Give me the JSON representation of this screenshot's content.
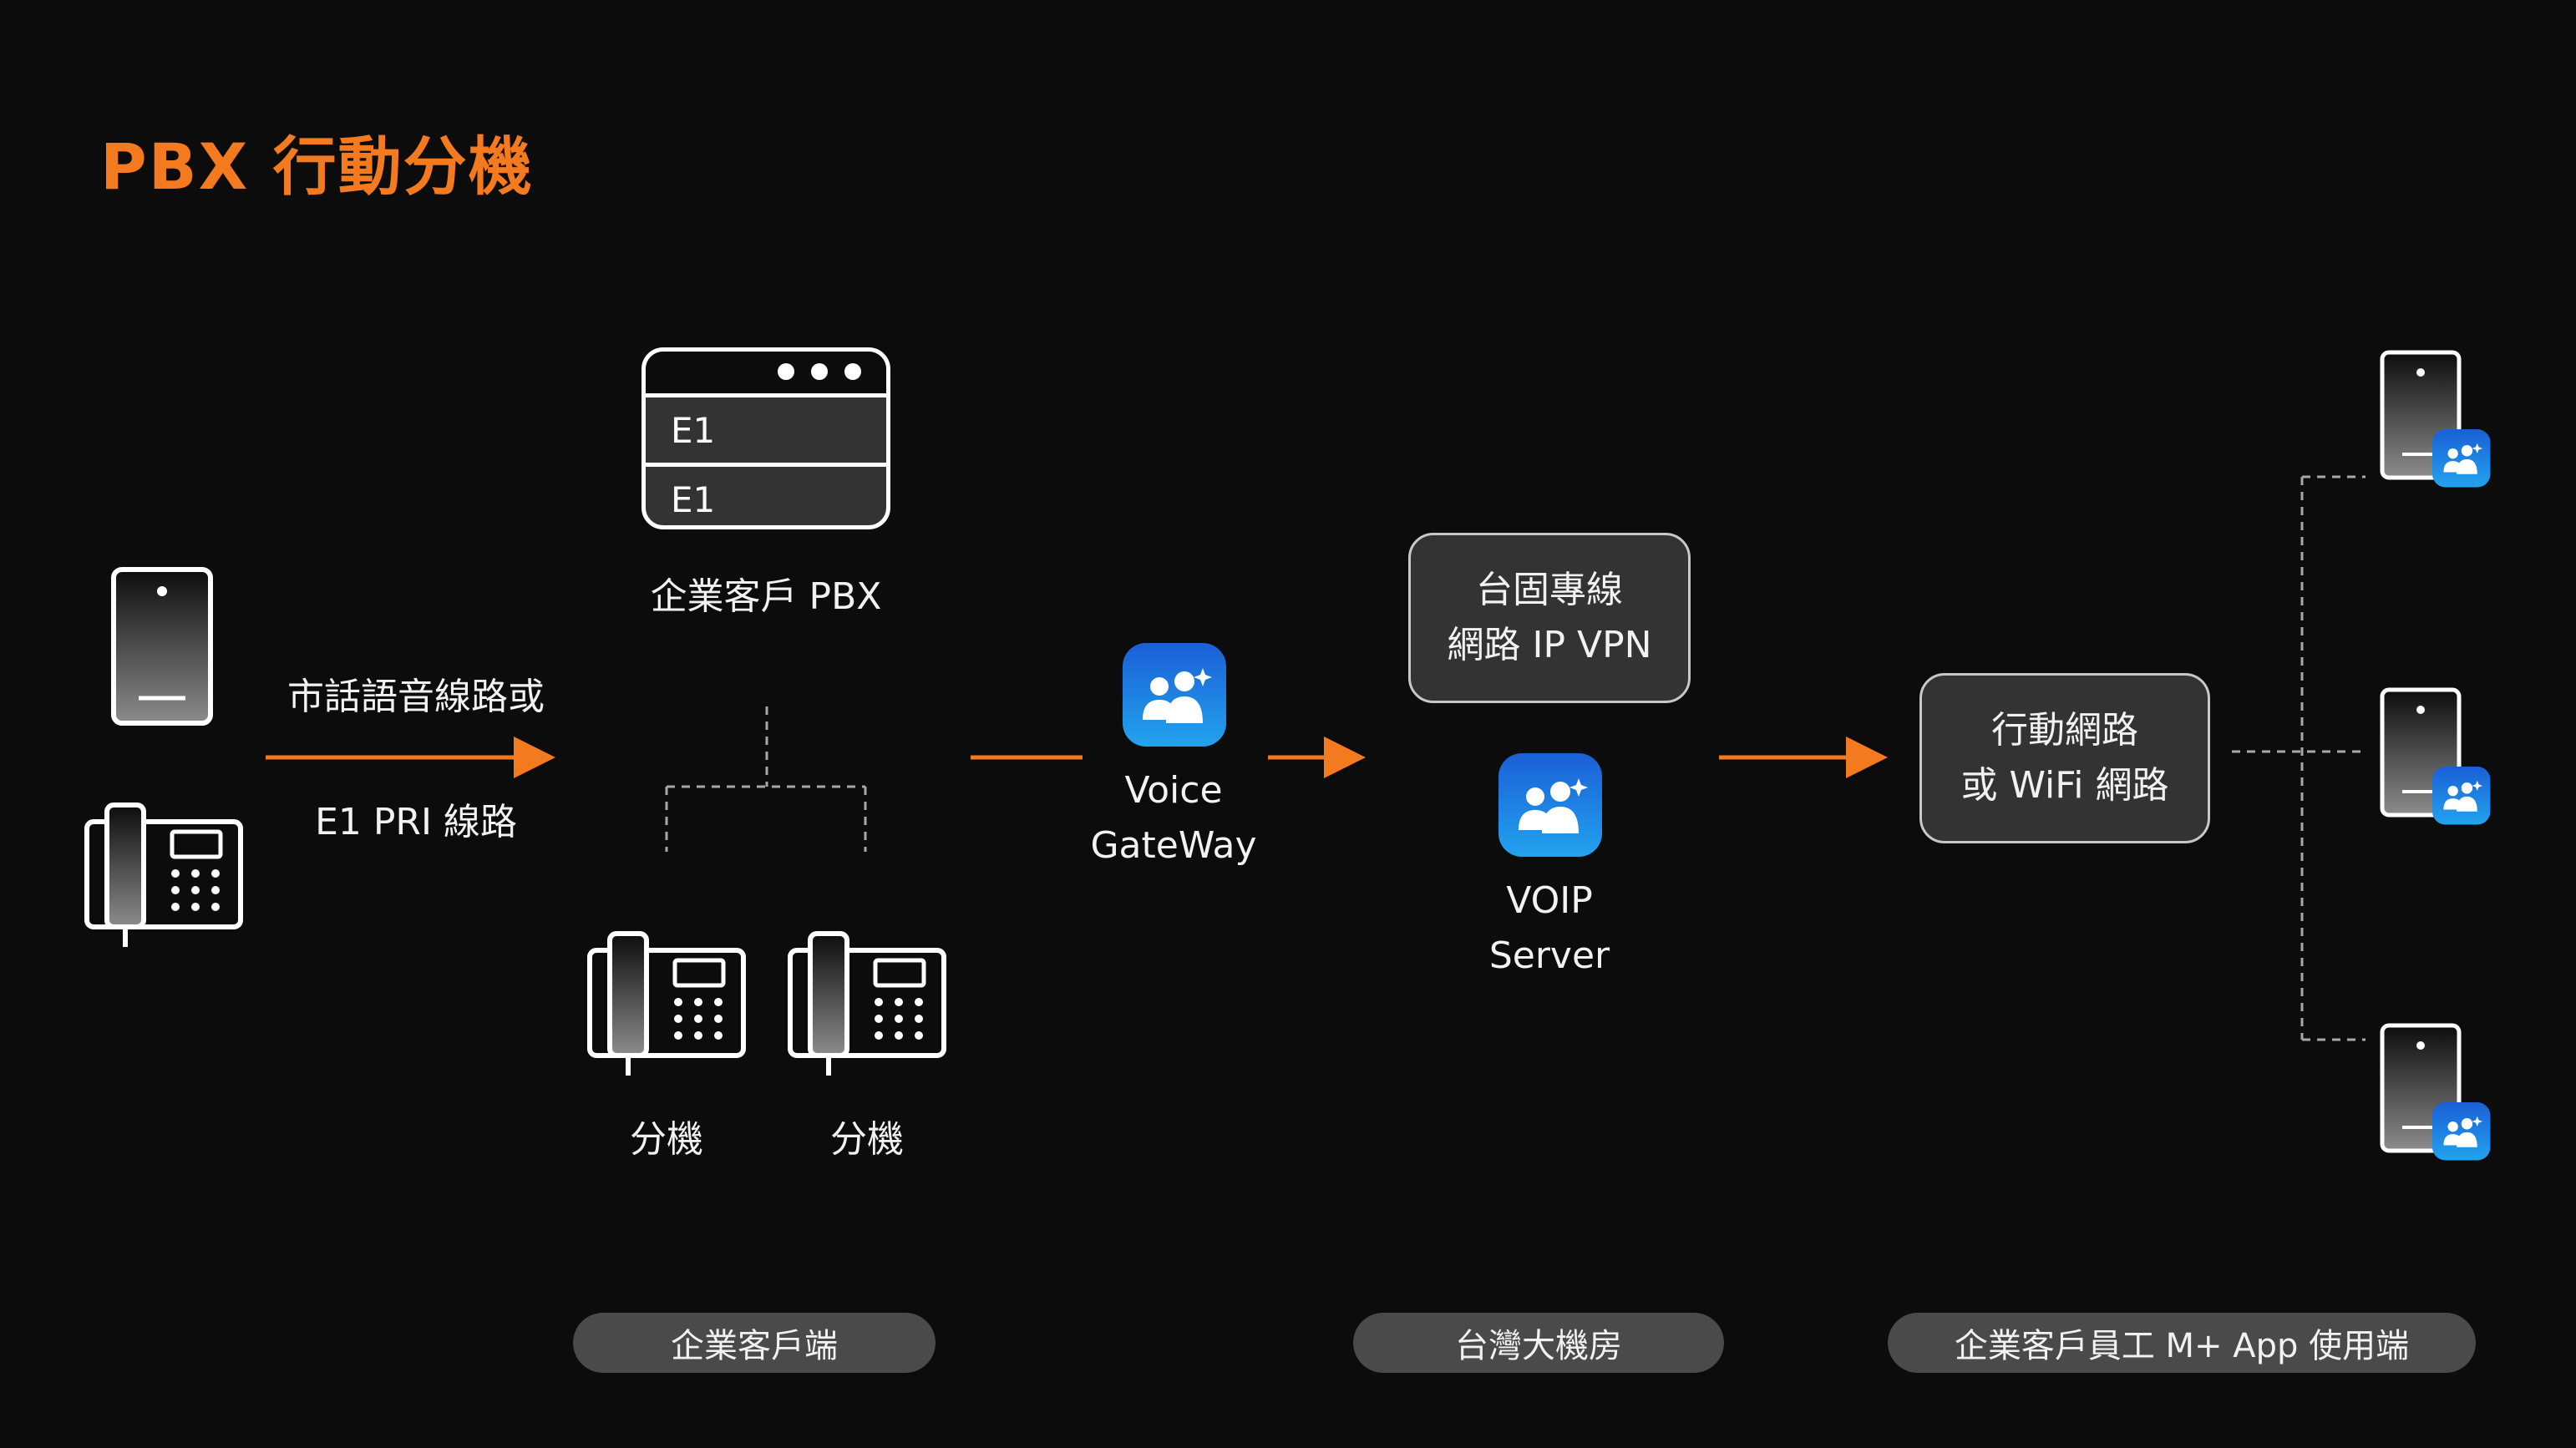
{
  "title": "PBX 行動分機",
  "left_link": {
    "top_label": "市話語音線路或",
    "bottom_label": "E1 PRI 線路"
  },
  "pbx": {
    "rows": [
      "E1",
      "E1"
    ],
    "label": "企業客戶 PBX"
  },
  "extensions": [
    "分機",
    "分機"
  ],
  "gateway": {
    "line1": "Voice",
    "line2": "GateWay"
  },
  "vpn_box": {
    "line1": "台固專線",
    "line2": "網路 IP VPN"
  },
  "voip": {
    "line1": "VOIP",
    "line2": "Server"
  },
  "mobile_box": {
    "line1": "行動網路",
    "line2": "或 WiFi 網路"
  },
  "zones": [
    "企業客戶端",
    "台灣大機房",
    "企業客戶員工 M+ App 使用端"
  ],
  "colors": {
    "accent": "#f47a20",
    "background": "#0d0c0c",
    "box_fill": "#333333",
    "pill_fill": "#4a4a4a",
    "app_icon_blue": "#1e6fe0"
  },
  "icons": [
    "mobile-phone-icon",
    "desk-phone-icon",
    "pbx-server-icon",
    "m-plus-app-icon"
  ]
}
